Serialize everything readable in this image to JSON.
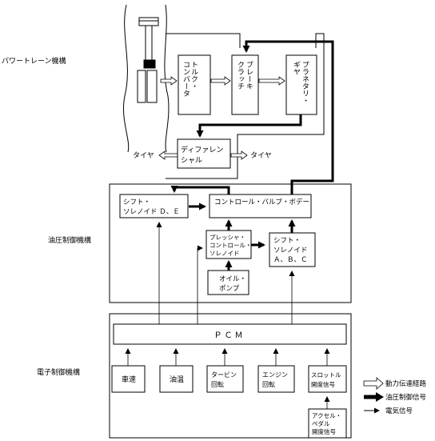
{
  "sections": {
    "powertrain": "パワートレーン機構",
    "hydraulic": "油圧制御機構",
    "electronic": "電子制御機構"
  },
  "powertrain": {
    "torque_converter": [
      "トルク・",
      "コンバータ"
    ],
    "brake_clutch": [
      "ブレーキ",
      "クラッチ"
    ],
    "planetary_gear": [
      "プラネタリ・",
      "ギヤ"
    ],
    "differential": [
      "ディファレン",
      "シャル"
    ],
    "tire_left": "タイヤ",
    "tire_right": "タイヤ"
  },
  "hydraulic": {
    "shift_solenoid_de": [
      "シフト・",
      "ソレノイド Ｄ、Ｅ"
    ],
    "control_valve_body": "コントロール・バルブ・ボデー",
    "pressure_control_solenoid": [
      "プレッシャ・",
      "コントロール・",
      "ソレノイド"
    ],
    "shift_solenoid_abc": [
      "シフト・",
      "ソレノイド",
      "Ａ、Ｂ、Ｃ"
    ],
    "oil_pump": [
      "オイル・",
      "ポンプ"
    ]
  },
  "electronic": {
    "pcm": "ＰＣＭ",
    "vehicle_speed": "車速",
    "oil_temp": "油温",
    "turbine_speed": [
      "タービン",
      "回転"
    ],
    "engine_speed": [
      "エンジン",
      "回転"
    ],
    "throttle_opening": [
      "スロットル",
      "開度信号"
    ],
    "accel_pedal": [
      "アクセル・",
      "ペダル",
      "開度信号"
    ]
  },
  "legend": {
    "power_path": "動力伝達経路",
    "hydraulic_signal": "油圧制御信号",
    "electric_signal": "電気信号"
  }
}
